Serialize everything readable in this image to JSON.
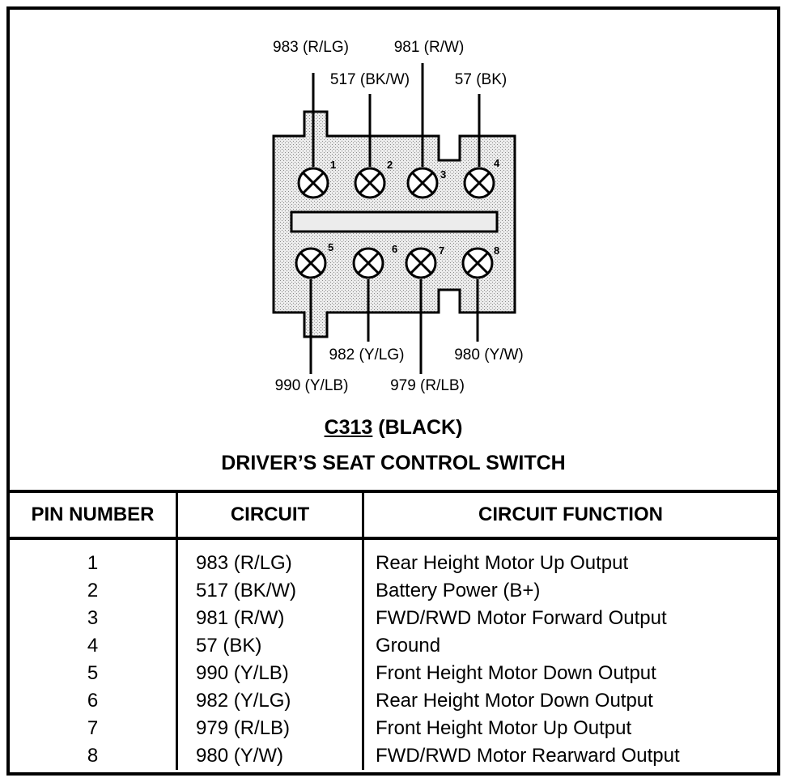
{
  "connector": {
    "id": "C313",
    "color": "(BLACK)",
    "title": "DRIVER’S SEAT CONTROL SWITCH"
  },
  "wire_labels": {
    "top": [
      "983 (R/LG)",
      "981 (R/W)",
      "517 (BK/W)",
      "57 (BK)"
    ],
    "bottom": [
      "982 (Y/LG)",
      "980 (Y/W)",
      "990 (Y/LB)",
      "979 (R/LB)"
    ]
  },
  "pin_numbers": [
    "1",
    "2",
    "3",
    "4",
    "5",
    "6",
    "7",
    "8"
  ],
  "table": {
    "headers": [
      "PIN NUMBER",
      "CIRCUIT",
      "CIRCUIT FUNCTION"
    ],
    "rows": [
      {
        "pin": "1",
        "circuit": "983 (R/LG)",
        "function": "Rear Height Motor Up Output"
      },
      {
        "pin": "2",
        "circuit": "517 (BK/W)",
        "function": "Battery Power (B+)"
      },
      {
        "pin": "3",
        "circuit": "981 (R/W)",
        "function": "FWD/RWD Motor Forward Output"
      },
      {
        "pin": "4",
        "circuit": "57 (BK)",
        "function": "Ground"
      },
      {
        "pin": "5",
        "circuit": "990 (Y/LB)",
        "function": "Front Height Motor Down Output"
      },
      {
        "pin": "6",
        "circuit": "982 (Y/LG)",
        "function": "Rear Height Motor Down Output"
      },
      {
        "pin": "7",
        "circuit": "979 (R/LB)",
        "function": "Front Height Motor Up Output"
      },
      {
        "pin": "8",
        "circuit": "980 (Y/W)",
        "function": "FWD/RWD Motor Rearward Output"
      }
    ]
  }
}
